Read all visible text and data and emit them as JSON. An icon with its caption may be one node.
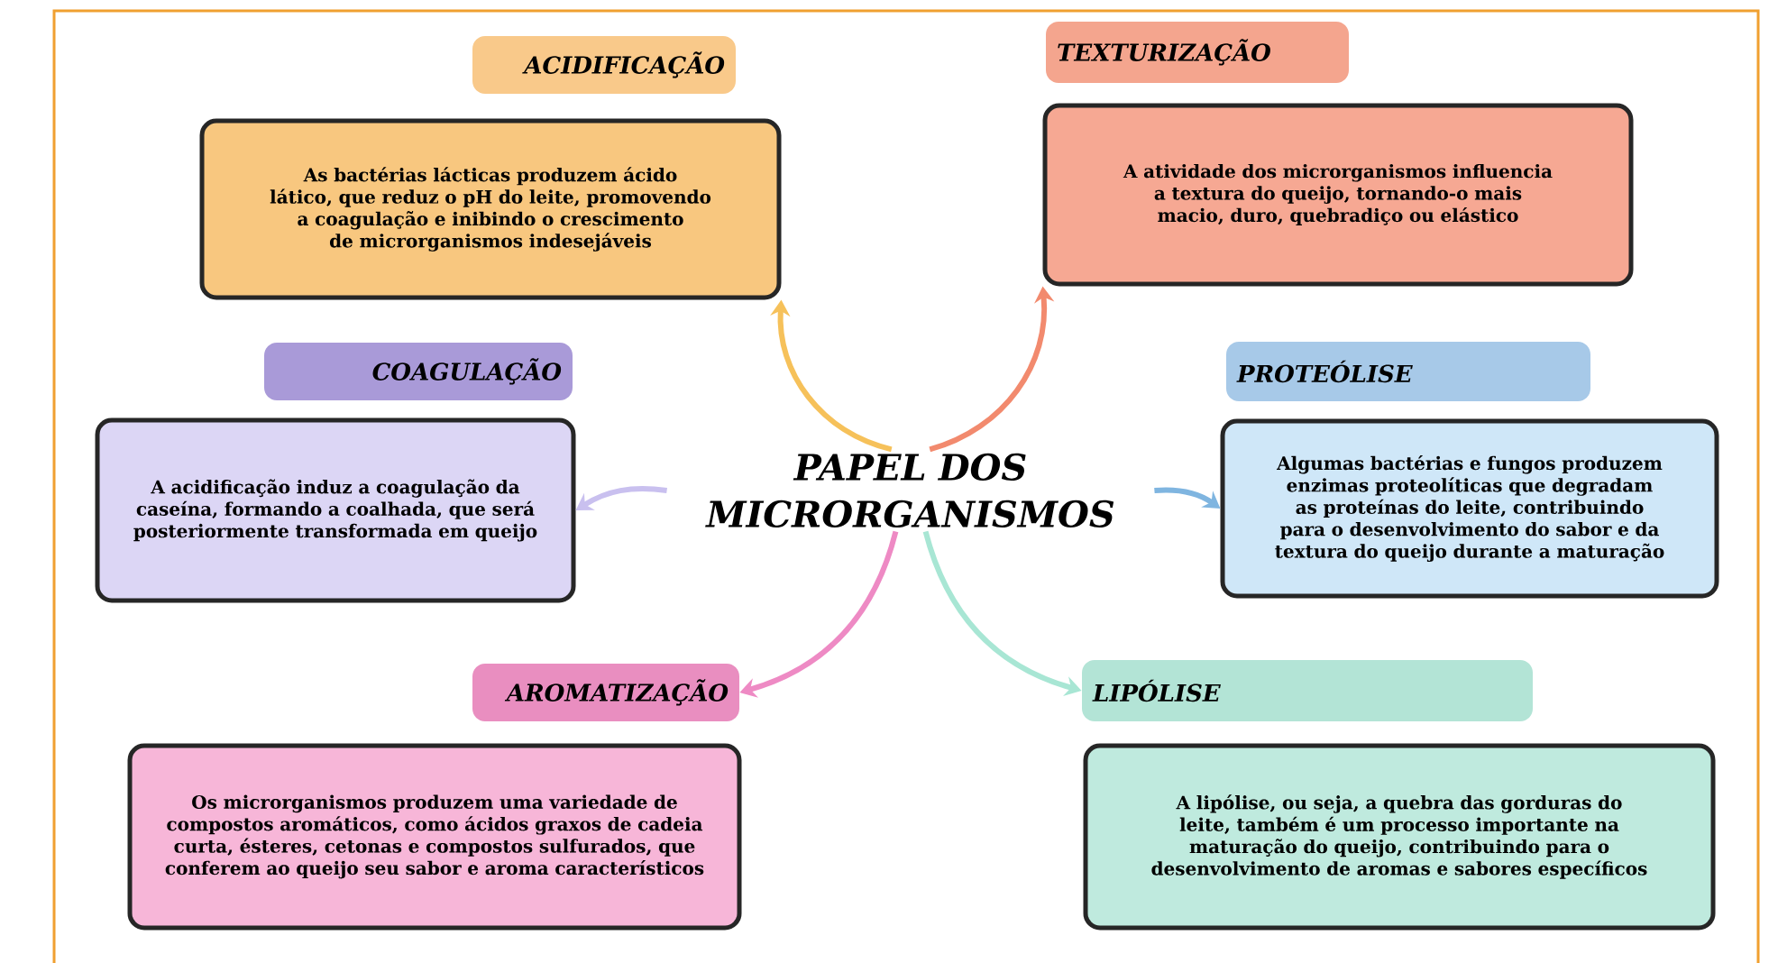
{
  "diagram": {
    "nodes": [
      {
        "text": [
          "PAPEL DOS MICRORGANISMOS"
        ]
      },
      {
        "text": [
          "ACIDIFICAÇÃO"
        ]
      },
      {
        "text": [
          "As bactérias lácticas produzem ácido lático, que reduz o pH do leite, promovendo a coagulação e inibindo o crescimento de microrganismos indesejáveis"
        ]
      },
      {
        "text": [
          "TEXTURIZAÇÃO"
        ]
      },
      {
        "text": [
          "A atividade dos microrganismos influencia a textura do queijo, tornando-o mais macio, duro, quebradiço ou elástico"
        ]
      },
      {
        "text": [
          "COAGULAÇÃO"
        ]
      },
      {
        "text": [
          "A acidificação induz a coagulação da caseína, formando a coalhada, que será posteriormente transformada em queijo"
        ]
      },
      {
        "text": [
          "PROTEÓLISE"
        ]
      },
      {
        "text": [
          "Algumas bactérias e fungos produzem enzimas proteolíticas que degradam as proteínas do leite, contribuindo para o desenvolvimento do sabor e da textura do queijo durante a maturação"
        ]
      },
      {
        "text": [
          "AROMATIZAÇÃO"
        ]
      },
      {
        "text": [
          "Os microrganismos produzem uma variedade de compostos aromáticos, como ácidos graxos de cadeia curta, ésteres, cetonas e compostos sulfurados, que conferem ao queijo seu sabor e aroma característicos"
        ]
      },
      {
        "text": [
          "LIPÓLISE"
        ]
      },
      {
        "text": [
          "A lipólise, ou seja, a quebra das gorduras do leite, também é um processo importante na maturação do queijo, contribuindo para o desenvolvimento de aromas e sabores específicos"
        ]
      }
    ],
    "edges": [
      {
        "from": 0,
        "to": 2,
        "arrow": "to",
        "color": "#f6c15a"
      },
      {
        "from": 0,
        "to": 4,
        "arrow": "to",
        "color": "#f28a6e"
      },
      {
        "from": 0,
        "to": 6,
        "arrow": "to",
        "color": "#c9c0ef"
      },
      {
        "from": 0,
        "to": 8,
        "arrow": "to",
        "color": "#7fb5e0"
      },
      {
        "from": 0,
        "to": 9,
        "arrow": "to",
        "color": "#ee8ac4"
      },
      {
        "from": 0,
        "to": 11,
        "arrow": "to",
        "color": "#a8e6d4"
      }
    ]
  }
}
